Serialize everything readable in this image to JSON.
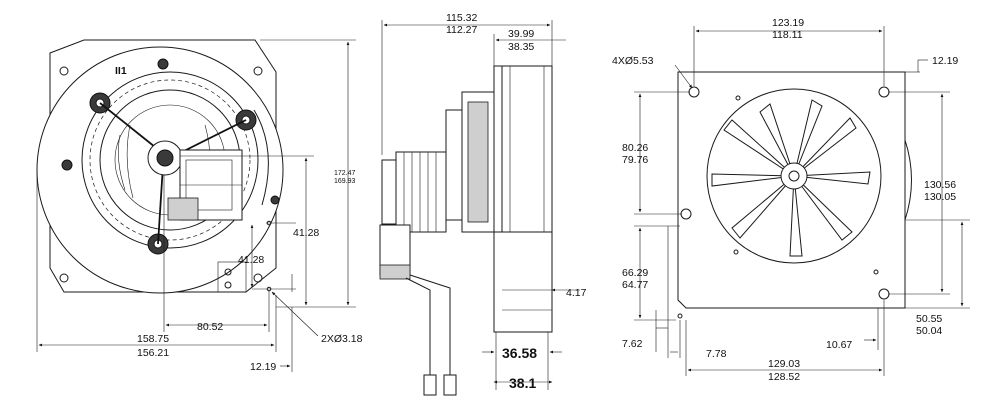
{
  "labels": {
    "front": {
      "logo": "II1",
      "overall_height": [
        "172.47",
        "169.93"
      ],
      "shaft_height": "41.28",
      "hole_height": "41.28",
      "hole_offset": "80.52",
      "width": [
        "158.75",
        "156.21"
      ],
      "holes": "2XØ3.18",
      "edge": "12.19"
    },
    "side": {
      "depth": [
        "115.32",
        "112.27"
      ],
      "flange": [
        "39.99",
        "38.35"
      ],
      "outlet_gap": "4.17",
      "outlet_a": "36.58",
      "outlet_b": "38.1"
    },
    "back": {
      "top_span": [
        "123.19",
        "118.11"
      ],
      "mount_holes": "4XØ5.53",
      "top_offset": "12.19",
      "left_span": [
        "80.26",
        "79.76"
      ],
      "right_span": [
        "130.56",
        "130.05"
      ],
      "lower_left": [
        "66.29",
        "64.77"
      ],
      "small_a": "7.62",
      "small_b": "7.78",
      "small_c": "10.67",
      "bottom_right": [
        "50.55",
        "50.04"
      ],
      "bottom_span": [
        "129.03",
        "128.52"
      ]
    }
  },
  "colors": {
    "line": "#1a1a1a",
    "dark": "#3a3a3a",
    "background": "#ffffff"
  }
}
